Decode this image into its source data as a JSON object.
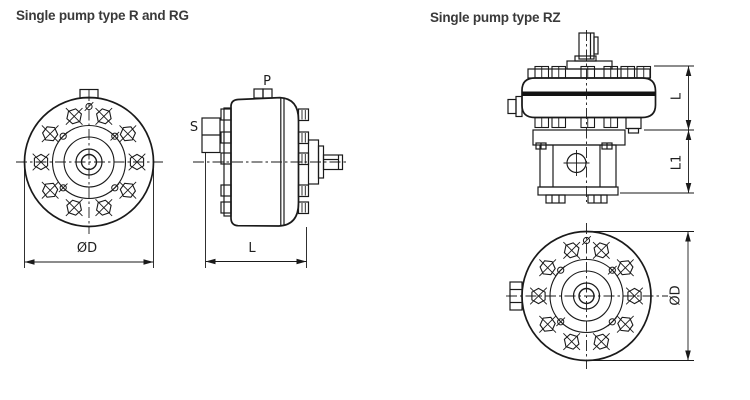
{
  "colors": {
    "line": "#1a1a1a",
    "text": "#1f1f1f",
    "title_text": "#3a3a3a",
    "background": "#ffffff"
  },
  "left_section": {
    "title": "Single pump type R and RG",
    "front_view": {
      "diameter_label": "ØD"
    },
    "side_view": {
      "pressure_port_label": "P",
      "suction_port_label": "S",
      "length_label": "L"
    }
  },
  "right_section": {
    "title": "Single pump type RZ",
    "side_view": {
      "length_label": "L",
      "length1_label": "L1"
    },
    "front_view": {
      "diameter_label": "ØD"
    }
  }
}
